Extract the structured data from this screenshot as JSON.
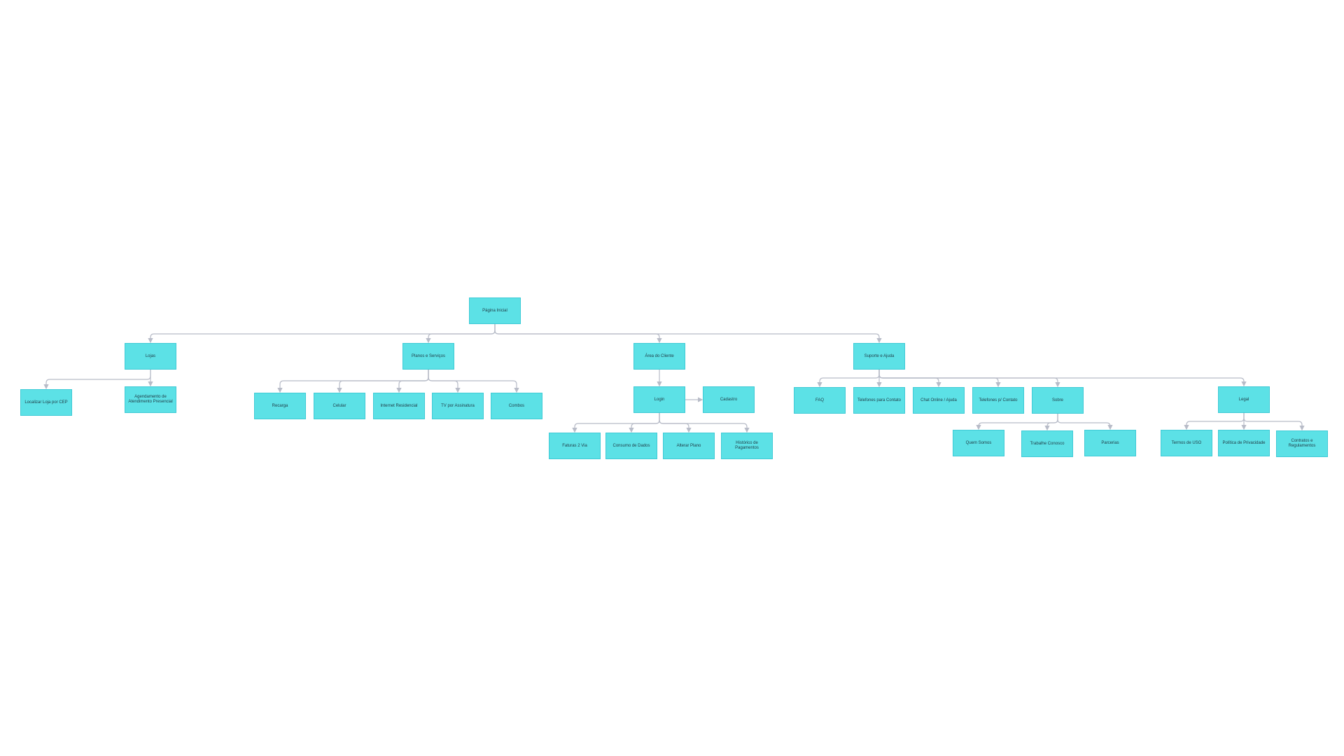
{
  "colors": {
    "node_fill": "#5ce1e6",
    "connector": "#b8bcc8",
    "background": "#ffffff"
  },
  "nodes": [
    {
      "id": "home",
      "label": "Página Inicial"
    },
    {
      "id": "lojas",
      "label": "Lojas"
    },
    {
      "id": "planos",
      "label": "Planos e Serviços"
    },
    {
      "id": "area",
      "label": "Área do Cliente"
    },
    {
      "id": "suporte",
      "label": "Suporte e Ajuda"
    },
    {
      "id": "localizar",
      "label": "Localizar Loja por CEP"
    },
    {
      "id": "agendamento",
      "label": "Agendamento de Atendimento Presencial"
    },
    {
      "id": "recarga",
      "label": "Recarga"
    },
    {
      "id": "celular",
      "label": "Celular"
    },
    {
      "id": "internet",
      "label": "Internet Residencial"
    },
    {
      "id": "tv",
      "label": "TV por Assinatura"
    },
    {
      "id": "combos",
      "label": "Combos"
    },
    {
      "id": "login",
      "label": "Login"
    },
    {
      "id": "cadastro",
      "label": "Cadastro"
    },
    {
      "id": "faturas",
      "label": "Faturas 2 Via"
    },
    {
      "id": "consumo",
      "label": "Consumo de Dados"
    },
    {
      "id": "pontos",
      "label": "Alterar Plano"
    },
    {
      "id": "historico",
      "label": "Histórico de Pagamentos"
    },
    {
      "id": "faq",
      "label": "FAQ"
    },
    {
      "id": "tel_contato",
      "label": "Telefones para Contato"
    },
    {
      "id": "chat",
      "label": "Chat Online / Ajuda"
    },
    {
      "id": "tel_pj",
      "label": "Telefones p/ Contato"
    },
    {
      "id": "sobre",
      "label": "Sobre"
    },
    {
      "id": "legal",
      "label": "Legal"
    },
    {
      "id": "quem",
      "label": "Quem Somos"
    },
    {
      "id": "trabalhe",
      "label": "Trabalhe Conosco"
    },
    {
      "id": "parcerias",
      "label": "Parcerias"
    },
    {
      "id": "termos",
      "label": "Termos de USO"
    },
    {
      "id": "privacidade",
      "label": "Política de Privacidade"
    },
    {
      "id": "contratos",
      "label": "Contratos e Regulamentos"
    }
  ],
  "edges": [
    [
      "home",
      "lojas"
    ],
    [
      "home",
      "planos"
    ],
    [
      "home",
      "area"
    ],
    [
      "home",
      "suporte"
    ],
    [
      "lojas",
      "localizar"
    ],
    [
      "lojas",
      "agendamento"
    ],
    [
      "planos",
      "recarga"
    ],
    [
      "planos",
      "celular"
    ],
    [
      "planos",
      "internet"
    ],
    [
      "planos",
      "tv"
    ],
    [
      "planos",
      "combos"
    ],
    [
      "area",
      "login"
    ],
    [
      "login",
      "faturas"
    ],
    [
      "login",
      "consumo"
    ],
    [
      "login",
      "pontos"
    ],
    [
      "login",
      "historico"
    ],
    [
      "suporte",
      "faq"
    ],
    [
      "suporte",
      "tel_contato"
    ],
    [
      "suporte",
      "chat"
    ],
    [
      "suporte",
      "tel_pj"
    ],
    [
      "suporte",
      "sobre"
    ],
    [
      "suporte",
      "legal"
    ],
    [
      "sobre",
      "quem"
    ],
    [
      "sobre",
      "trabalhe"
    ],
    [
      "sobre",
      "parcerias"
    ],
    [
      "legal",
      "termos"
    ],
    [
      "legal",
      "privacidade"
    ],
    [
      "legal",
      "contratos"
    ]
  ],
  "side_links": [
    [
      "login",
      "cadastro"
    ]
  ]
}
